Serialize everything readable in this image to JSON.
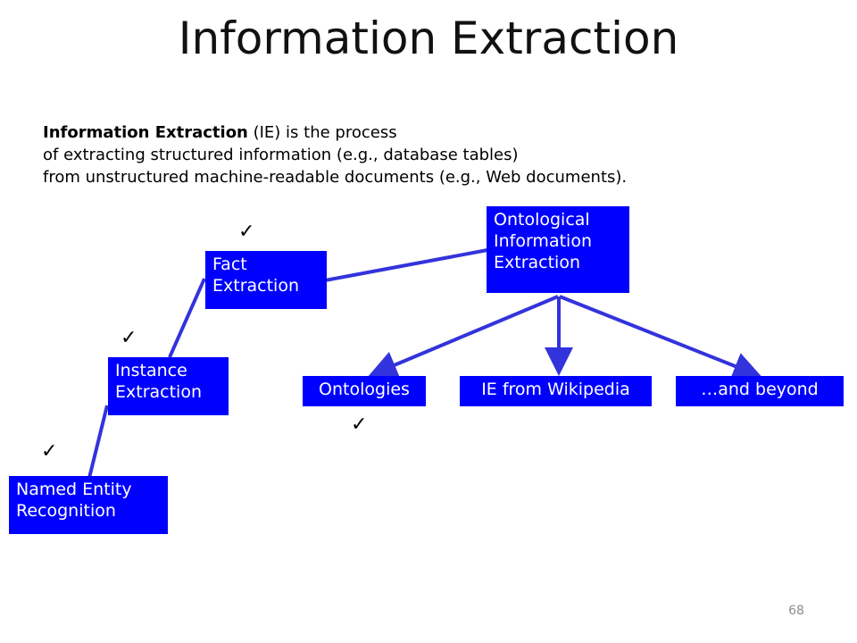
{
  "slide": {
    "title": "Information Extraction",
    "page_number": "68"
  },
  "definition": {
    "term": "Information Extraction",
    "line1_rest": " (IE) is the process",
    "line2": "of extracting structured information (e.g., database tables)",
    "line3": "from unstructured machine-readable documents (e.g., Web documents)."
  },
  "diagram": {
    "box_color": "#0000ff",
    "connector_color": "#3333dd",
    "nodes": {
      "ontological_ie": "Ontological\nInformation\nExtraction",
      "fact_extraction": "Fact\nExtraction",
      "instance_extraction": "Instance\nExtraction",
      "named_entity_recognition": "Named Entity\nRecognition",
      "ontologies": "Ontologies",
      "ie_from_wikipedia": "IE from Wikipedia",
      "and_beyond": "…and beyond"
    },
    "check_mark": "✓"
  }
}
